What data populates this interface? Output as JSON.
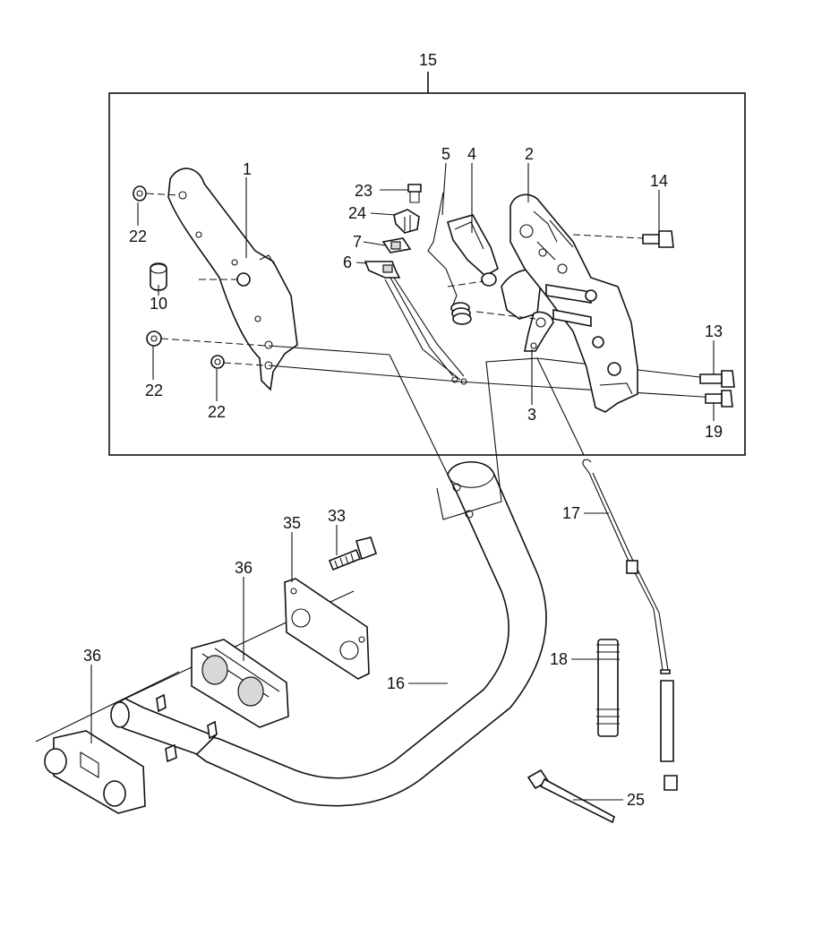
{
  "diagram": {
    "assembly_label": "15",
    "callouts": {
      "c1": "1",
      "c2": "2",
      "c3": "3",
      "c4": "4",
      "c5": "5",
      "c6": "6",
      "c7": "7",
      "c10": "10",
      "c13": "13",
      "c14": "14",
      "c16": "16",
      "c17": "17",
      "c18": "18",
      "c19": "19",
      "c22a": "22",
      "c22b": "22",
      "c22c": "22",
      "c23": "23",
      "c24": "24",
      "c25": "25",
      "c33": "33",
      "c35": "35",
      "c36a": "36",
      "c36b": "36"
    }
  }
}
